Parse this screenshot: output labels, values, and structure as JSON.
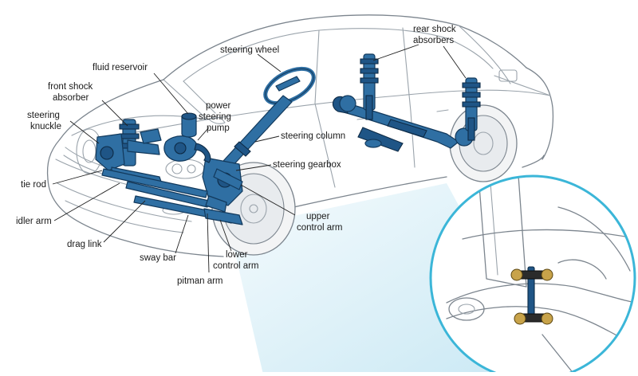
{
  "labels": {
    "fluid_reservoir": "fluid reservoir",
    "steering_wheel": "steering wheel",
    "rear_shock_absorbers": [
      "rear shock",
      "absorbers"
    ],
    "front_shock_absorber": [
      "front shock",
      "absorber"
    ],
    "steering_knuckle": [
      "steering",
      "knuckle"
    ],
    "power_steering_pump": [
      "power",
      "steering",
      "pump"
    ],
    "steering_column": "steering column",
    "steering_gearbox": "steering gearbox",
    "tie_rod": "tie rod",
    "idler_arm": "idler arm",
    "drag_link": "drag link",
    "sway_bar": "sway bar",
    "lower_control_arm": [
      "lower",
      "control arm"
    ],
    "upper_control_arm": [
      "upper",
      "control arm"
    ],
    "pitman_arm": "pitman arm"
  },
  "colors": {
    "part_fill": "#2f6fa3",
    "part_stroke": "#12395c",
    "outline": "#9aa3ab",
    "callout_ring": "#3bb6d8",
    "callout_beam": "#bfe4f2"
  }
}
